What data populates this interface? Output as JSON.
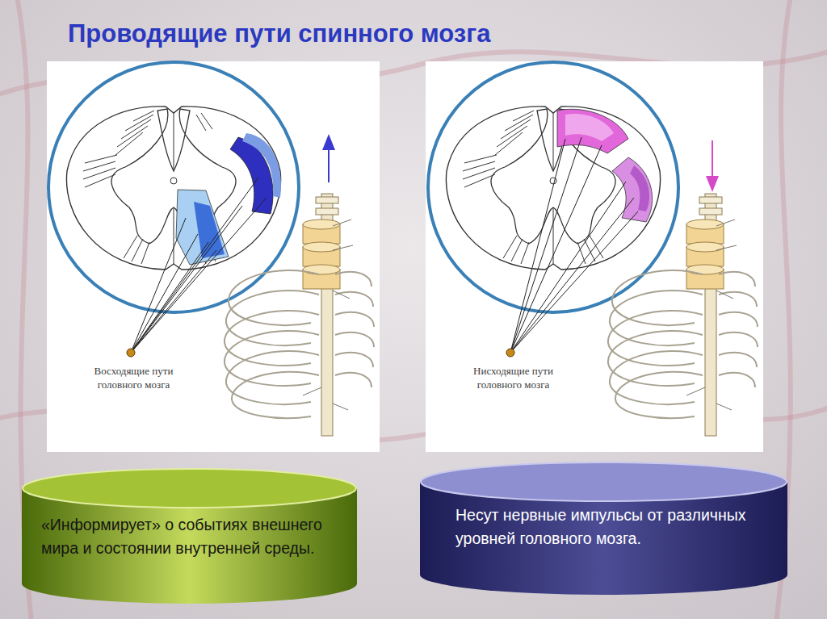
{
  "diagram": {
    "title": "Проводящие пути спинного мозга",
    "nodes": [
      {
        "text": [
          "«Информирует» о событиях внешнего мира и состоянии внутренней среды."
        ]
      },
      {
        "text": [
          "Несут нервные импульсы от различных уровней головного мозга."
        ]
      }
    ],
    "labels": [
      "Восходящие пути головного мозга",
      "Нисходящие пути головного мозга"
    ]
  }
}
